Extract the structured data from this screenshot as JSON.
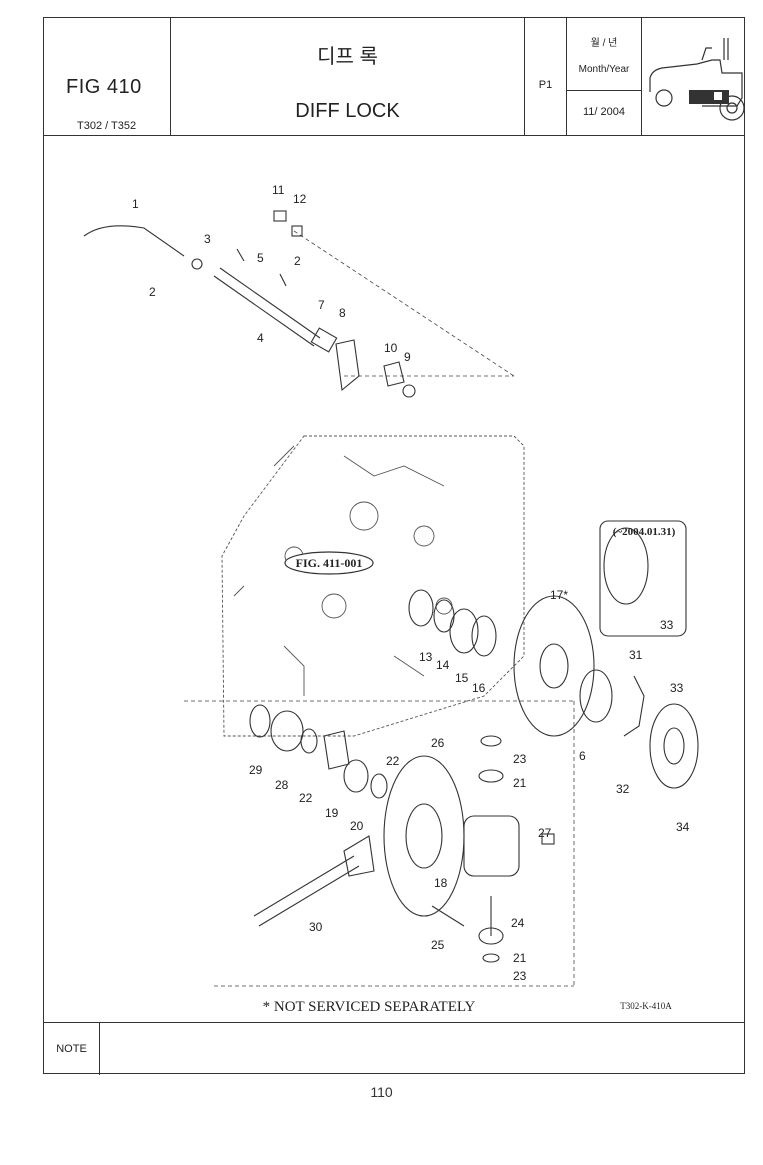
{
  "header": {
    "fig": "FIG 410",
    "models": "T302 / T352",
    "title_ko": "디프 록",
    "title_en": "DIFF LOCK",
    "page": "P1",
    "month_year_ko": "월 / 년",
    "month_year_en": "Month/Year",
    "date": "11/ 2004"
  },
  "diagram": {
    "ref_fig": "FIG. 411-001",
    "ref_date": "(~2004.01.31)",
    "footnote": "* NOT SERVICED SEPARATELY",
    "drawing_code": "T302-K-410A",
    "callouts": {
      "p1": "1",
      "p2a": "2",
      "p2b": "2",
      "p3": "3",
      "p4": "4",
      "p5": "5",
      "p6": "6",
      "p7": "7",
      "p8": "8",
      "p9": "9",
      "p10": "10",
      "p11": "11",
      "p12": "12",
      "p13": "13",
      "p14": "14",
      "p15": "15",
      "p16": "16",
      "p17": "17*",
      "p18": "18",
      "p19": "19",
      "p20": "20",
      "p21a": "21",
      "p21b": "21",
      "p22a": "22",
      "p22b": "22",
      "p23a": "23",
      "p23b": "23",
      "p24": "24",
      "p25": "25",
      "p26": "26",
      "p27": "27",
      "p28": "28",
      "p29": "29",
      "p30": "30",
      "p31": "31",
      "p32": "32",
      "p33a": "33",
      "p33b": "33",
      "p34": "34"
    }
  },
  "note_label": "NOTE",
  "page_number": "110"
}
